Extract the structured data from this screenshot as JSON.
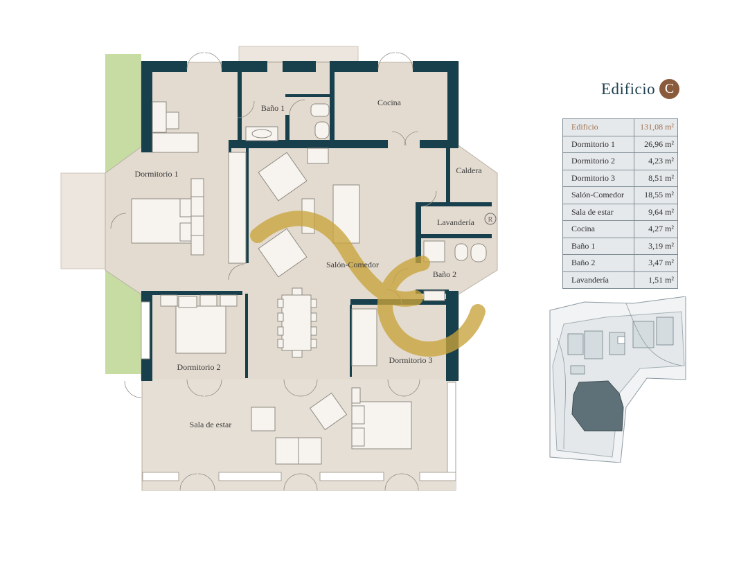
{
  "header": {
    "title": "Edificio",
    "badge": "C"
  },
  "areas": {
    "total": {
      "name": "Edificio",
      "value": "131,08 m²"
    },
    "rows": [
      {
        "name": "Dormitorio 1",
        "value": "26,96 m²"
      },
      {
        "name": "Dormitorio 2",
        "value": "4,23 m²"
      },
      {
        "name": "Dormitorio 3",
        "value": "8,51 m²"
      },
      {
        "name": "Salón-Comedor",
        "value": "18,55 m²"
      },
      {
        "name": "Sala de estar",
        "value": "9,64 m²"
      },
      {
        "name": "Cocina",
        "value": "4,27 m²"
      },
      {
        "name": "Baño 1",
        "value": "3,19 m²"
      },
      {
        "name": "Baño 2",
        "value": "3,47 m²"
      },
      {
        "name": "Lavandería",
        "value": "1,51 m²"
      }
    ]
  },
  "plan": {
    "rooms": {
      "bano1": "Baño 1",
      "cocina": "Cocina",
      "dormitorio1": "Dormitorio 1",
      "caldera": "Caldera",
      "lavanderia": "Lavandería",
      "salon": "Salón-Comedor",
      "bano2": "Baño 2",
      "dormitorio2": "Dormitorio 2",
      "dormitorio3": "Dormitorio 3",
      "sala": "Sala de estar"
    },
    "registered_mark": "R"
  },
  "colors": {
    "floor": "#e3dbd0",
    "wall": "#173f4c",
    "garden": "#c6dca3",
    "watermark": "#c9a43c",
    "badge": "#8a5a3c",
    "table_bg": "#e6e9ec",
    "highlight_block": "#5f7178"
  }
}
